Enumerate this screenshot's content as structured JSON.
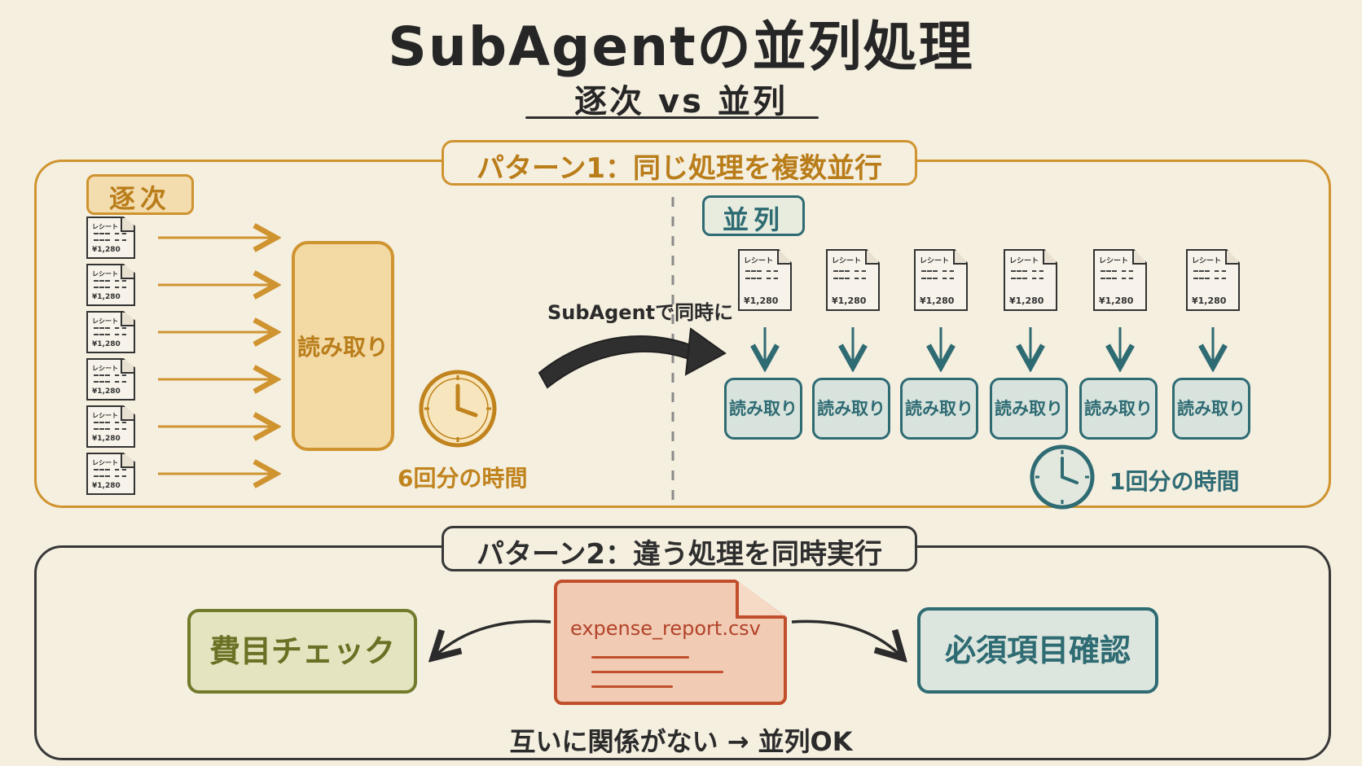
{
  "title": "SubAgentの並列処理",
  "subtitle": "逐次 vs 並列",
  "pattern1": {
    "title": "パターン1：同じ処理を複数並行",
    "sequential_label": "逐次",
    "parallel_label": "並列",
    "read_label": "読み取り",
    "seq_time": "6回分の時間",
    "par_time": "1回分の時間",
    "subagent_label": "SubAgentで同時に",
    "receipt_title": "レシート",
    "receipt_amount": "¥1,280",
    "parallel_boxes": [
      "読み取り",
      "読み取り",
      "読み取り",
      "読み取り",
      "読み取り",
      "読み取り"
    ]
  },
  "pattern2": {
    "title": "パターン2：違う処理を同時実行",
    "file_name": "expense_report.csv",
    "left_task": "費目チェック",
    "right_task": "必須項目確認",
    "footer": "互いに関係がない → 並列OK"
  },
  "colors": {
    "orange": "#cf9430",
    "teal": "#2e6b73",
    "olive": "#727a2c",
    "red": "#c14f2b",
    "dark": "#383838"
  }
}
